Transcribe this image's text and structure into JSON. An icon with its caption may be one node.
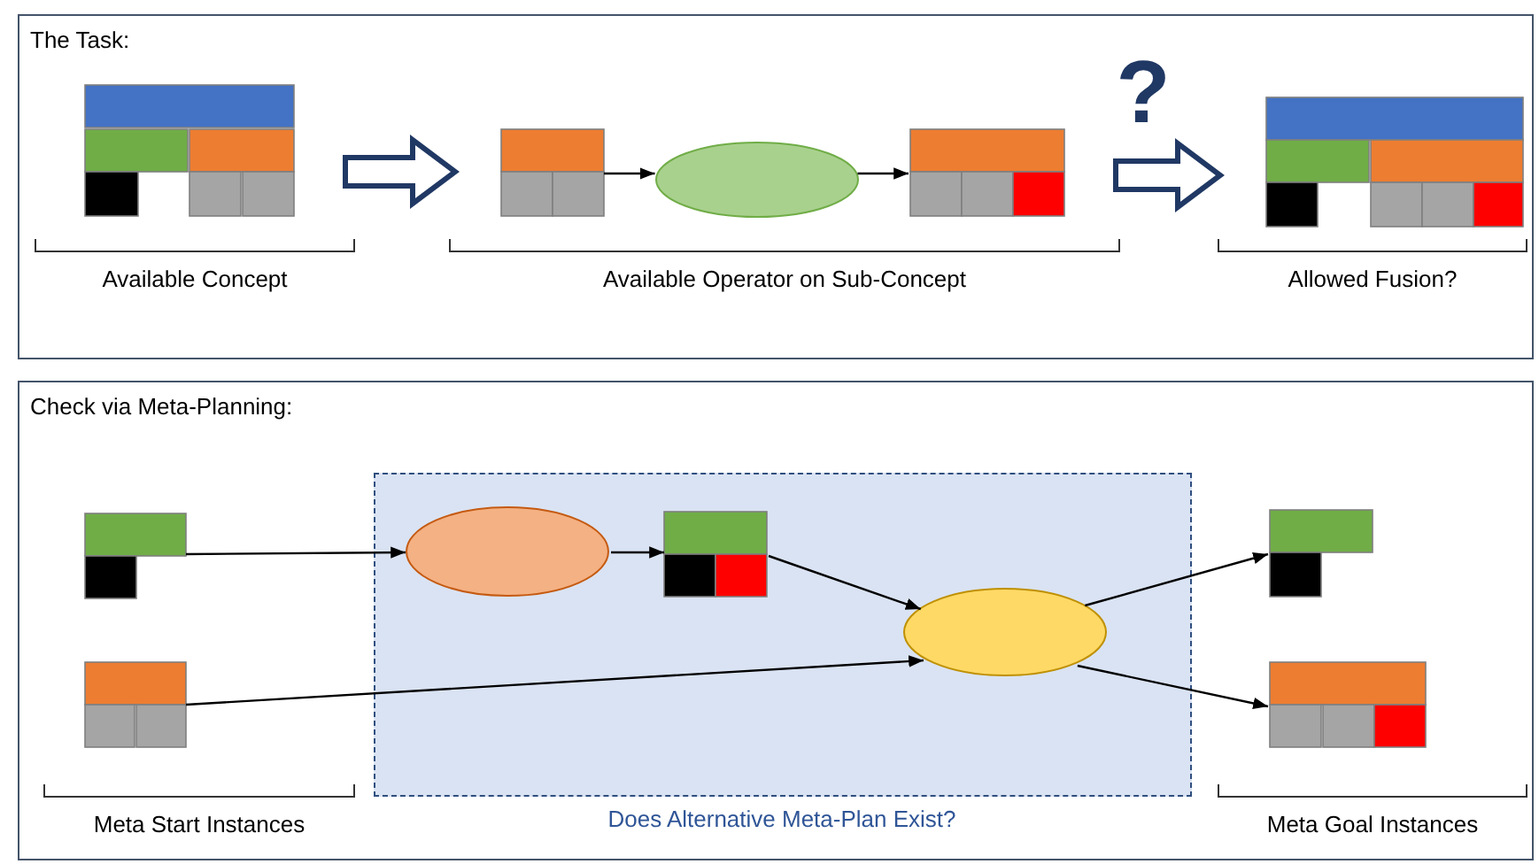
{
  "diagram": {
    "nodes": [
      {
        "text": [
          "The Task:"
        ]
      },
      {
        "text": [],
        "shape": "box",
        "in": 0
      },
      {
        "text": [],
        "shape": "box",
        "in": 0
      },
      {
        "text": [],
        "shape": "ellipse",
        "in": 0
      },
      {
        "text": [],
        "shape": "box",
        "in": 0
      },
      {
        "text": [],
        "shape": "box",
        "in": 0
      },
      {
        "text": [
          "Check via Meta-Planning:"
        ]
      },
      {
        "text": [
          "Does Alternative Meta-Plan Exist?"
        ],
        "in": 6
      },
      {
        "text": [],
        "shape": "box",
        "in": 6
      },
      {
        "text": [],
        "shape": "box",
        "in": 6
      },
      {
        "text": [],
        "shape": "ellipse",
        "in": 7
      },
      {
        "text": [],
        "shape": "box",
        "in": 7
      },
      {
        "text": [],
        "shape": "ellipse",
        "in": 7
      },
      {
        "text": [],
        "shape": "box",
        "in": 6
      },
      {
        "text": [],
        "shape": "box",
        "in": 6
      }
    ],
    "edges": [
      {
        "from": 1,
        "to": 2,
        "arrow": "to",
        "style": "thick",
        "color": "#203864"
      },
      {
        "from": 2,
        "to": 3,
        "arrow": "to"
      },
      {
        "from": 3,
        "to": 4,
        "arrow": "to"
      },
      {
        "from": 4,
        "to": 5,
        "arrow": "to",
        "label": "?",
        "style": "thick",
        "color": "#203864"
      },
      {
        "from": 8,
        "to": 10,
        "arrow": "to"
      },
      {
        "from": 10,
        "to": 11,
        "arrow": "to"
      },
      {
        "from": 11,
        "to": 12,
        "arrow": "to"
      },
      {
        "from": 9,
        "to": 12,
        "arrow": "to"
      },
      {
        "from": 12,
        "to": 13,
        "arrow": "to"
      },
      {
        "from": 12,
        "to": 14,
        "arrow": "to"
      }
    ],
    "labels": [
      "Available Concept",
      "Available Operator on Sub-Concept",
      "Allowed Fusion?",
      "Meta Start Instances",
      "Meta Goal Instances"
    ]
  }
}
